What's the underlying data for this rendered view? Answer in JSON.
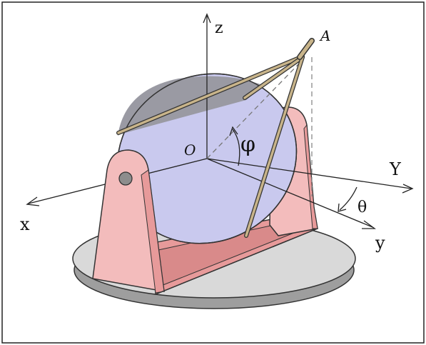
{
  "labels": {
    "point_A": "A",
    "origin_O": "O",
    "axis_z": "z",
    "axis_x": "x",
    "axis_y": "y",
    "axis_Y": "Y",
    "angle_phi": "φ",
    "angle_theta": "θ"
  },
  "colors": {
    "frame_border": "#222222",
    "disc_fill": "#c9c9ee",
    "disc_shadow": "#9a9aa3",
    "bracket_fill": "#f3bcbc",
    "bracket_dark": "#e79a9a",
    "base_top": "#d9d9d9",
    "base_bottom": "#9e9e9e",
    "rod_fill": "#c8b48a"
  }
}
